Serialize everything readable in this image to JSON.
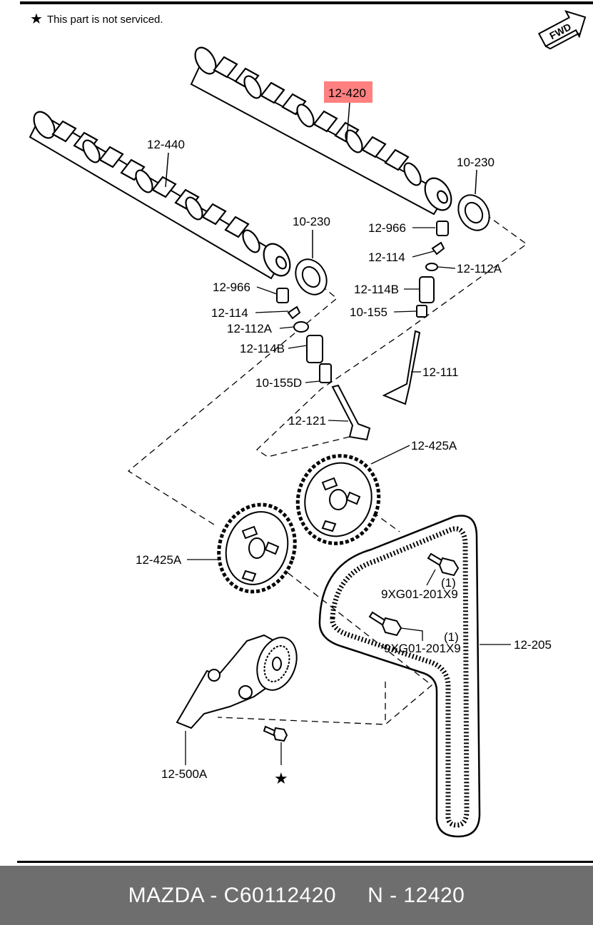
{
  "note": {
    "symbol": "★",
    "text": "This part is not serviced."
  },
  "fwd_arrow": {
    "text": "FWD"
  },
  "highlight_color": "#ff8080",
  "labels": {
    "intake_camshaft": "12-420",
    "exhaust_camshaft": "12-440",
    "seal_right": "10-230",
    "seal_left": "10-230",
    "shim_right": "12-966",
    "tappet_right": "12-114",
    "seat_right": "12-112A",
    "spring_right": "12-114B",
    "valve_seal_right": "10-155",
    "valve_right": "12-111",
    "shim_left": "12-966",
    "tappet_left": "12-114",
    "seat_left": "12-112A",
    "spring_left": "12-114B",
    "valve_seal_left": "10-155D",
    "valve_left": "12-121",
    "pulley_upper": "12-425A",
    "pulley_lower": "12-425A",
    "bolt_upper_qty": "(1)",
    "bolt_upper": "9XG01-201X9",
    "bolt_lower_qty": "(1)",
    "bolt_lower": "9XG01-201X9",
    "timing_belt": "12-205",
    "tensioner": "12-500A",
    "tensioner_bolt_mark": "★"
  },
  "footer": {
    "brand_part": "MAZDA - C60112420",
    "ref": "N - 12420"
  }
}
